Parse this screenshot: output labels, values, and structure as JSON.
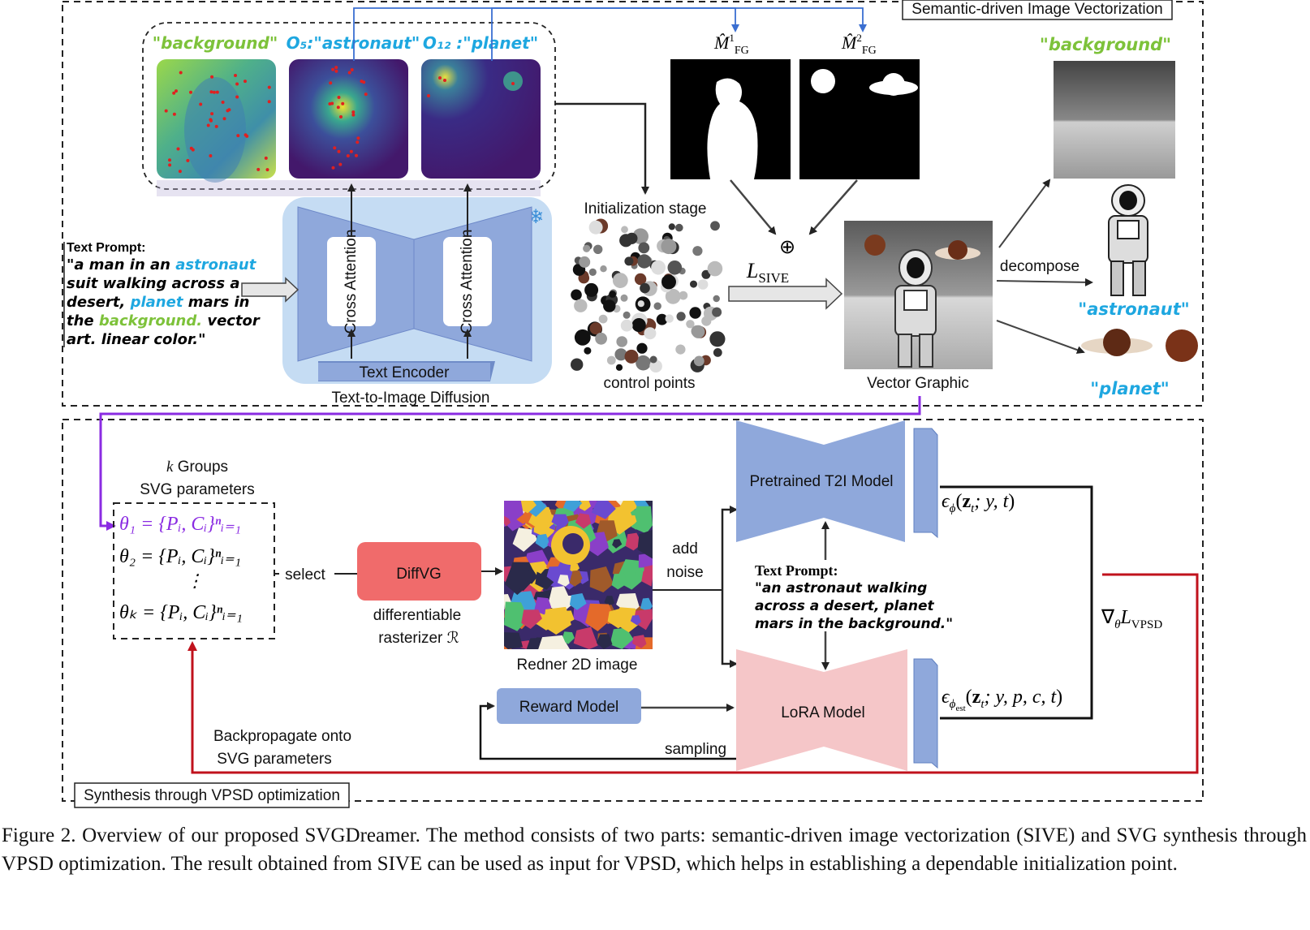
{
  "sive": {
    "title": "Semantic-driven Image Vectorization",
    "attn_labels": {
      "background": "\"background\"",
      "astronaut": "O₅:\"astronaut\"",
      "planet": "O₁₂ :\"planet\""
    },
    "mask_labels": {
      "m1": "M̂¹FG",
      "m2": "M̂²FG"
    },
    "text_prompt_title": "Text Prompt:",
    "text_prompt_lines": [
      "\"a man in an ",
      "suit walking across a",
      "desert, ",
      " mars in",
      "the ",
      " vector",
      "art. linear color.\""
    ],
    "text_prompt_hl": {
      "astronaut": "astronaut",
      "planet": "planet",
      "background": "background."
    },
    "cross_attention": "Cross Attention",
    "text_encoder": "Text Encoder",
    "diffusion_label": "Text-to-Image Diffusion",
    "init_stage": "Initialization stage",
    "control_points": "control points",
    "loss": "⊕ L_SIVE",
    "vector_graphic": "Vector Graphic",
    "decompose": "decompose",
    "out_background": "\"background\"",
    "out_astronaut": "\"astronaut\"",
    "out_planet": "\"planet\""
  },
  "vpsd": {
    "title": "Synthesis through VPSD optimization",
    "k_groups_k": "k",
    "k_groups_word": " Groups",
    "svg_params": "SVG parameters",
    "theta": [
      "θ₁ = {Pᵢ, Cᵢ}ⁿᵢ₌₁",
      "θ₂ = {Pᵢ, Cᵢ}ⁿᵢ₌₁",
      "⋮",
      "θₖ = {Pᵢ, Cᵢ}ⁿᵢ₌₁"
    ],
    "select": "select",
    "diffvg": "DiffVG",
    "rasterizer": [
      "differentiable",
      "rasterizer ℛ"
    ],
    "render_label": "Redner 2D image",
    "add_noise": [
      "add",
      "noise"
    ],
    "pretrained": "Pretrained T2I Model",
    "eps_phi": "ϵφ(zₜ; y, t)",
    "prompt_title": "Text Prompt:",
    "prompt_lines": [
      "\"an astronaut walking",
      "across a desert, planet",
      "mars in the background.\""
    ],
    "grad": "∇θ L_VPSD",
    "lora": "LoRA Model",
    "eps_est": "ϵφest(zₜ; y, p, c, t)",
    "reward": "Reward Model",
    "sampling": "sampling",
    "backprop": [
      "Backpropagate onto",
      "SVG parameters"
    ]
  },
  "caption": "Figure 2. Overview of our proposed SVGDreamer. The method consists of two parts: semantic-driven image vectorization (SIVE) and SVG synthesis through VPSD optimization. The result obtained from SIVE can be used as input for VPSD, which helps in establishing a dependable initialization point.",
  "colors": {
    "green": "#7dc23a",
    "cyan": "#1ea7e0",
    "purple": "#8a2be2",
    "red": "#c0121c",
    "pink": "#e06a8a",
    "blue_box": "#8fa8db",
    "light_blue_bg": "#c5dcf3",
    "diffvg": "#f06b6b",
    "lora": "#f5c6c8"
  }
}
